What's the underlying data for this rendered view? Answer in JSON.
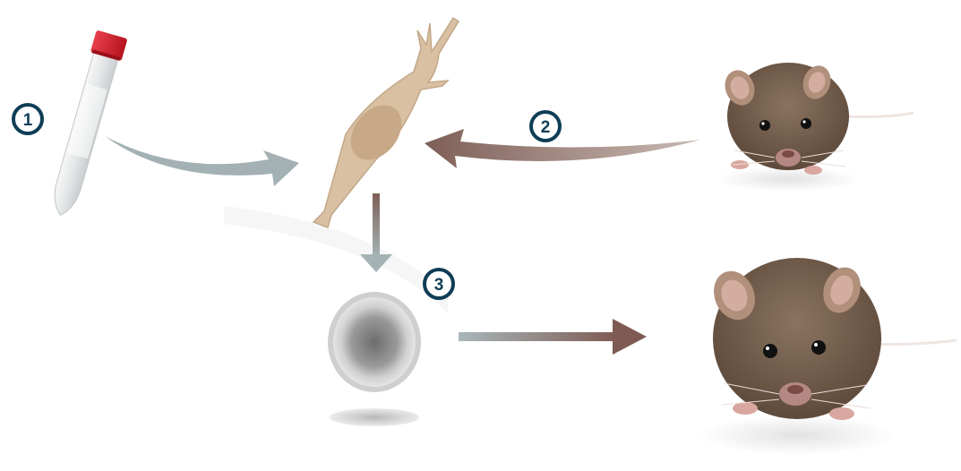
{
  "steps": [
    {
      "label": "1"
    },
    {
      "label": "2"
    },
    {
      "label": "3"
    }
  ],
  "icons": [
    "test-tube-icon",
    "fibroblast-cell-icon",
    "mouse-icon",
    "embryo-cell-icon",
    "mouse-clone-icon"
  ],
  "colors": {
    "badge": "#0f3d56",
    "arrow_gray": "#9aa9ac",
    "arrow_brown": "#7e5f57",
    "cell_fill": "#d9c0a2",
    "tube_cap": "#d42030",
    "mouse_fur": "#7a6350"
  }
}
